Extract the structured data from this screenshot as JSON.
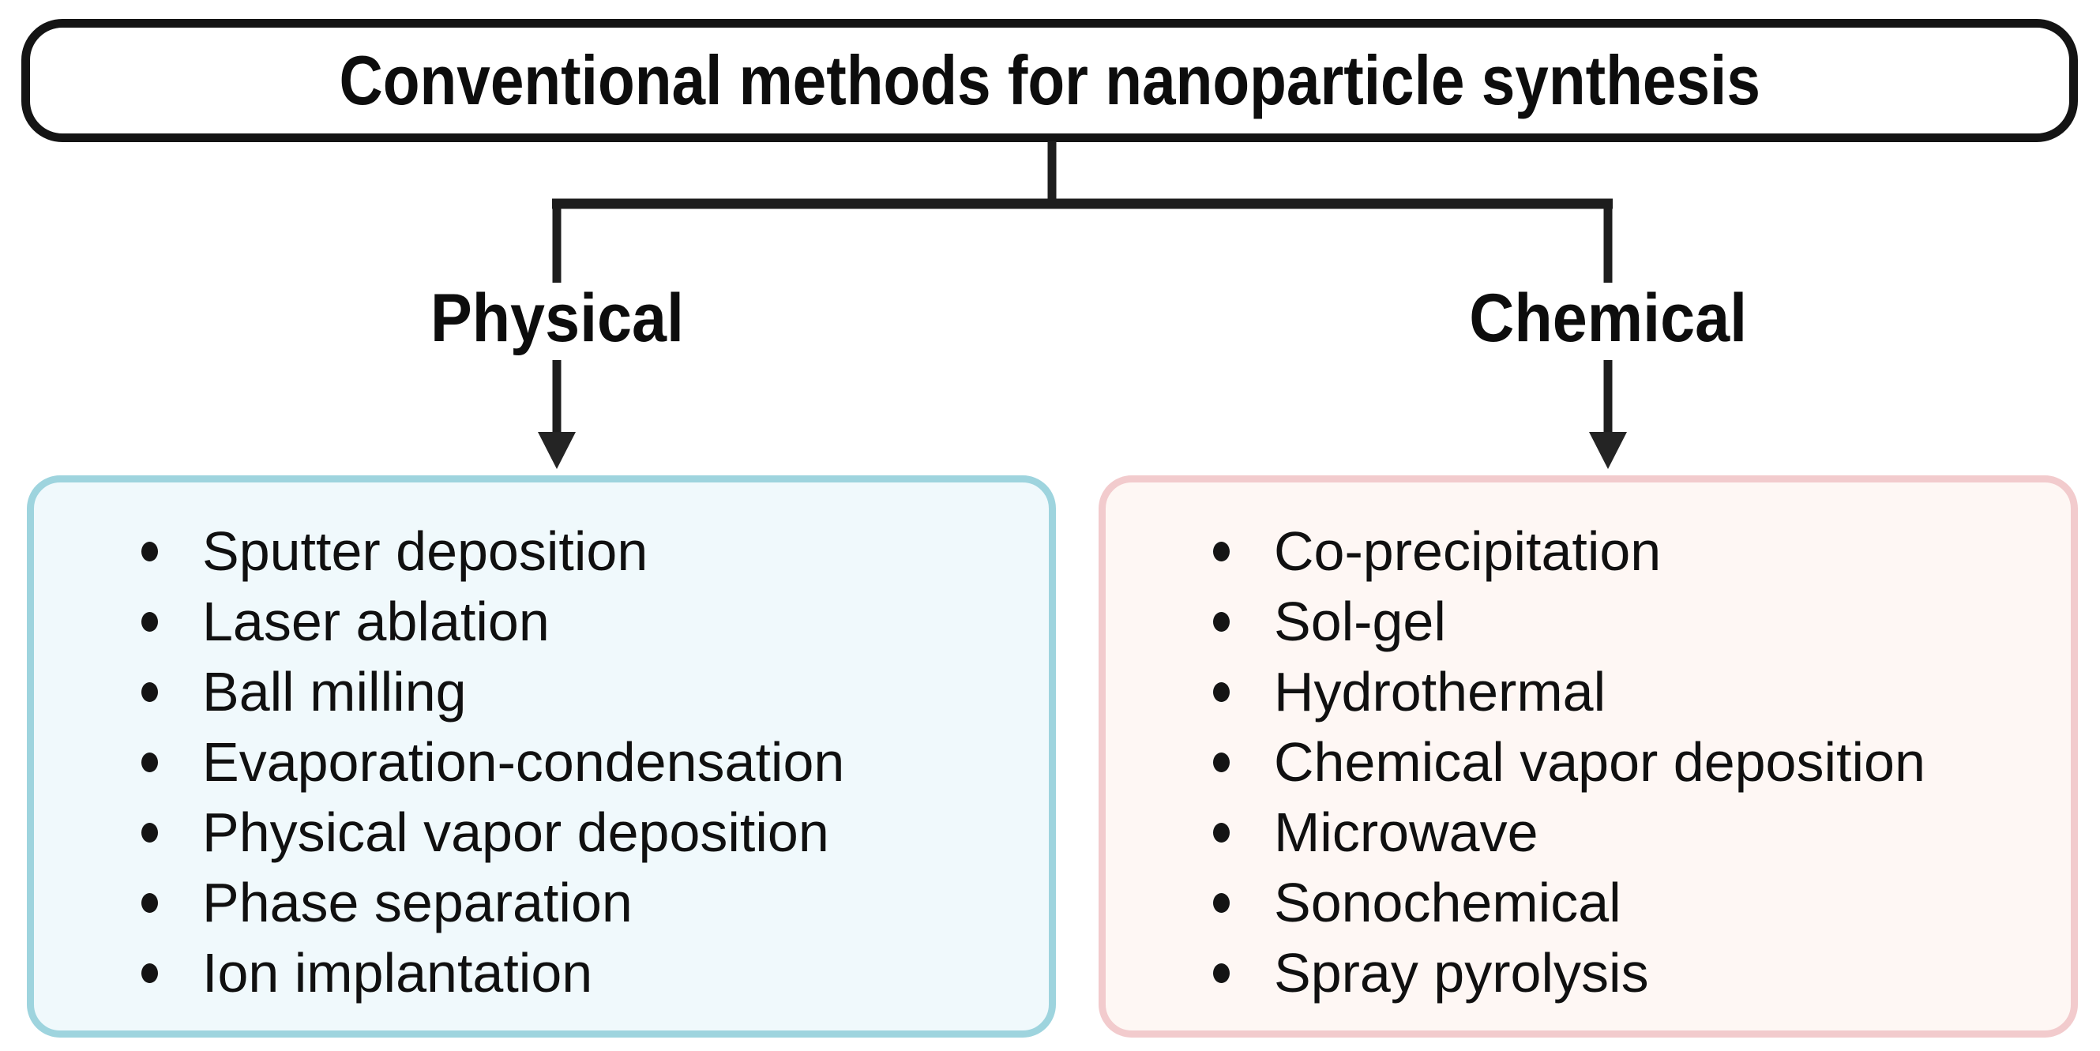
{
  "diagram": {
    "title": "Conventional methods for nanoparticle synthesis",
    "line_color": "#1d1d1d",
    "text_color": "#0d0d0d",
    "branches": [
      {
        "label": "Physical",
        "colors": {
          "border": "#9ed4de",
          "fill": "#f0f9fc"
        },
        "items": [
          "Sputter deposition",
          "Laser ablation",
          "Ball milling",
          "Evaporation-condensation",
          "Physical vapor deposition",
          "Phase separation",
          "Ion implantation"
        ]
      },
      {
        "label": "Chemical",
        "colors": {
          "border": "#f2cbcd",
          "fill": "#fef7f4"
        },
        "items": [
          "Co-precipitation",
          "Sol-gel",
          "Hydrothermal",
          "Chemical vapor deposition",
          "Microwave",
          "Sonochemical",
          "Spray pyrolysis"
        ]
      }
    ]
  }
}
